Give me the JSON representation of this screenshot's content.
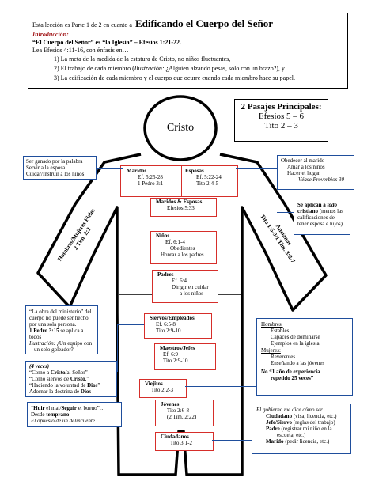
{
  "intro": {
    "title_prefix": "Esta lección es Parte 1 de 2 en cuanto a",
    "title_main": "Edificando el Cuerpo del Señor",
    "section": "Introducción:",
    "theme": "“El Cuerpo del Señor” es “la Iglesia” – Efesios 1:21-22.",
    "read": "Lea Efesios 4:11-16, con énfasis en…",
    "point1": "1) La meta de la medida de la estatura de Cristo, no niños fluctuantes,",
    "point2_a": "2) El trabajo de cada miembro (",
    "point2_i": "Ilustración:",
    "point2_b": " ¿Alguien alzando pesas, solo con un brazo?), y",
    "point3": "3) La edificación de cada miembro y el cuerpo que ocurre cuando cada miembro hace su papel."
  },
  "passages": {
    "title": "2 Pasajes Principales:",
    "line1": "Efesios 5 – 6",
    "line2": "Tito 2 – 3"
  },
  "head_label": "Cristo",
  "arm_left": {
    "line1": "Hombres/Mujeres Fieles",
    "line2": "2 Tim. 2:2"
  },
  "arm_right": {
    "line1": "Ancianos",
    "line2": "Tito 1:5-9/1 Tim. 3:2-7"
  },
  "left_notes": {
    "husbands": [
      "Ser ganado por la palabra",
      "Servir a la esposa",
      "Cuidar/Instruir a los niños"
    ],
    "ministry": {
      "l1": "“La obra del ministerio” del",
      "l2": "cuerpo no puede ser hecho",
      "l3": "por una sola persona.",
      "l4_b": "1 Pedro 3:15",
      "l4": " se aplica a todos",
      "l5_i": "Ilustración:",
      "l5": " ¿Un equipo con",
      "l6": "un solo goleador?"
    },
    "servants": {
      "header": "(4 veces)",
      "l1_a": "“Como a ",
      "l1_b": "Cristo",
      "l1_c": "/al Señor”",
      "l2_a": "“Como siervos de ",
      "l2_b": "Cristo",
      "l2_c": ",”",
      "l3_a": "“Haciendo la voluntad de ",
      "l3_b": "Dios",
      "l3_c": "”",
      "l4_a": "Adornar la doctrina de ",
      "l4_b": "Dios"
    },
    "youth": {
      "l1_a": "“",
      "l1_b": "Huir",
      "l1_c": " el mal/",
      "l1_d": "Seguir",
      "l1_e": " el bueno”…",
      "l2_a": "Desde ",
      "l2_b": "temprano",
      "l3": "El opuesto de un delincuente"
    }
  },
  "right_notes": {
    "wives": [
      "Obedecer al marido",
      "Amar a los niños",
      "Hacer el hogar"
    ],
    "wives_ref": "Véase Proverbios 30",
    "all_christians": {
      "b": "Se aplican a ",
      "bi": "todo",
      "b2": " cristiano",
      "rest": " (menos las calificaciones de tener esposa e hijos)"
    },
    "men_women": {
      "h1": "Hombres:",
      "m1": "Estables",
      "m2": "Capaces de dominarse",
      "m3": "Ejemplos en la iglesia",
      "h2": "Mujeres:",
      "w1": "Reverentes",
      "w2": "Enseñando a las jóvenes",
      "no1": "No “1 año de experiencia",
      "no2": "repetido 25 veces”"
    },
    "government": {
      "header": "El gobierno me dice cómo ser…",
      "l1_b": "Ciudadano",
      "l1": " (visa, licencia, etc.)",
      "l2_b": "Jefe/Siervo",
      "l2": " (reglas del trabajo)",
      "l3_b": "Padre",
      "l3": " (registrar mi niño en la",
      "l4": "escuela, etc.)",
      "l5_b": "Marido",
      "l5": " (pedir licencia, etc.)"
    }
  },
  "roles": {
    "maridos": {
      "title": "Maridos",
      "r1": "Ef. 5:25-28",
      "r2": "1 Pedro 3:1"
    },
    "esposas": {
      "title": "Esposas",
      "r1": "Ef. 5:22-24",
      "r2": "Tito 2:4-5"
    },
    "mye": {
      "title": "Maridos & Esposas",
      "r1": "Efesios 5:33"
    },
    "ninos": {
      "title": "Niños",
      "r1": "Ef. 6:1-4",
      "r2": "Obedientes",
      "r3": "Honrar a los padres"
    },
    "padres": {
      "title": "Padres",
      "r1": "Ef. 6:4",
      "r2": "Dirigir en cuidar",
      "r3": "a los niños"
    },
    "siervos": {
      "title": "Siervos/Empleados",
      "r1": "Ef. 6:5-8",
      "r2": "Tito 2:9-10"
    },
    "jefes": {
      "title": "Maestros/Jefes",
      "r1": "Ef. 6:9",
      "r2": "Tito 2:9-10"
    },
    "viejitos": {
      "title": "Viejitos",
      "r1": "Tito 2:2-3"
    },
    "jovenes": {
      "title": "Jóvenes",
      "r1": "Tito 2:6-8",
      "r2": "(2 Tim. 2:22)"
    },
    "ciudadanos": {
      "title": "Ciudadanos",
      "r1": "Tito 3:1-2"
    }
  }
}
